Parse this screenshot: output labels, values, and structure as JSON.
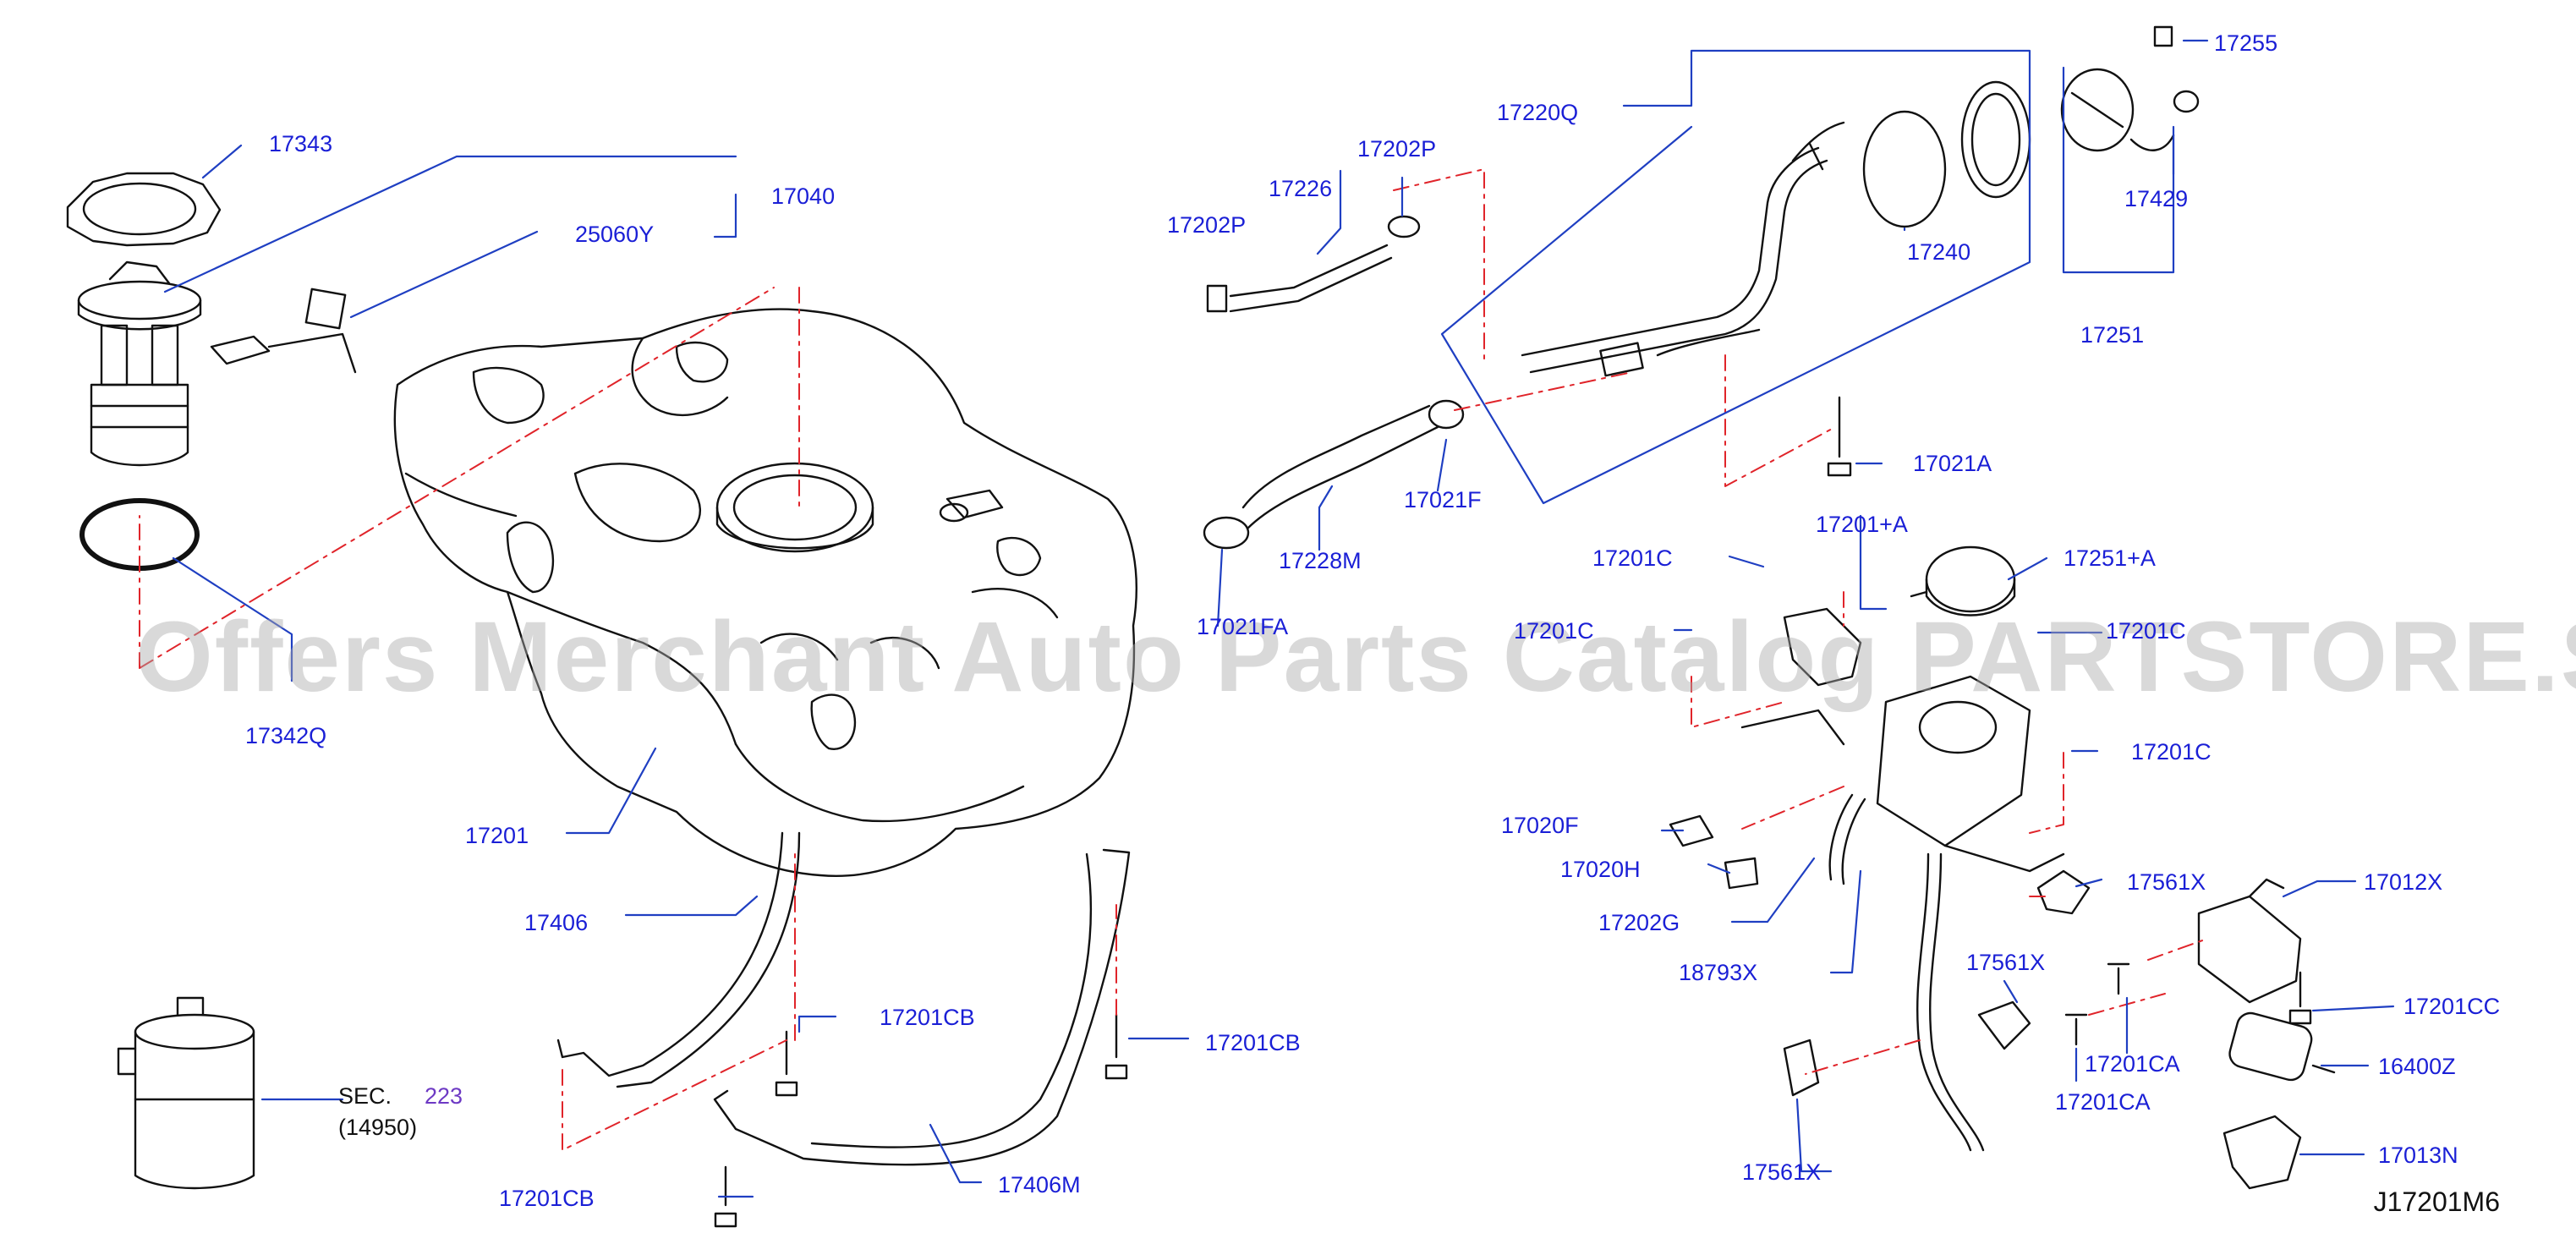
{
  "watermark": "Offers Merchant Auto Parts Catalog PARTSTORE.SA",
  "diagram_code": "J17201M6",
  "colors": {
    "label": "#1a1fd6",
    "leader": "#1f3fc2",
    "phantom": "#e0242a",
    "drawing": "#111111",
    "sec_ref": "#6d39c4"
  },
  "labels": {
    "p17343": "17343",
    "p17040": "17040",
    "p25060Y": "25060Y",
    "p17342Q": "17342Q",
    "p17201": "17201",
    "p17406": "17406",
    "sec": "SEC.",
    "sec_num": "223",
    "sec_sub": "(14950)",
    "p17201CB_a": "17201CB",
    "p17201CB_b": "17201CB",
    "p17201CB_c": "17201CB",
    "p17406M": "17406M",
    "p17202P_a": "17202P",
    "p17226": "17226",
    "p17202P_b": "17202P",
    "p17220Q": "17220Q",
    "p17240": "17240",
    "p17255": "17255",
    "p17429": "17429",
    "p17251": "17251",
    "p17021A": "17021A",
    "p17021F": "17021F",
    "p17228M": "17228M",
    "p17021FA": "17021FA",
    "p17201C_a": "17201C",
    "p17201A": "17201+A",
    "p17251A": "17251+A",
    "p17201C_b": "17201C",
    "p17201C_c": "17201C",
    "p17201C_d": "17201C",
    "p17020F": "17020F",
    "p17020H": "17020H",
    "p17202G": "17202G",
    "p18793X": "18793X",
    "p17561X_a": "17561X",
    "p17561X_b": "17561X",
    "p17561X_c": "17561X",
    "p17012X": "17012X",
    "p17201CC": "17201CC",
    "p17201CA_a": "17201CA",
    "p17201CA_b": "17201CA",
    "p16400Z": "16400Z",
    "p17013N": "17013N"
  }
}
